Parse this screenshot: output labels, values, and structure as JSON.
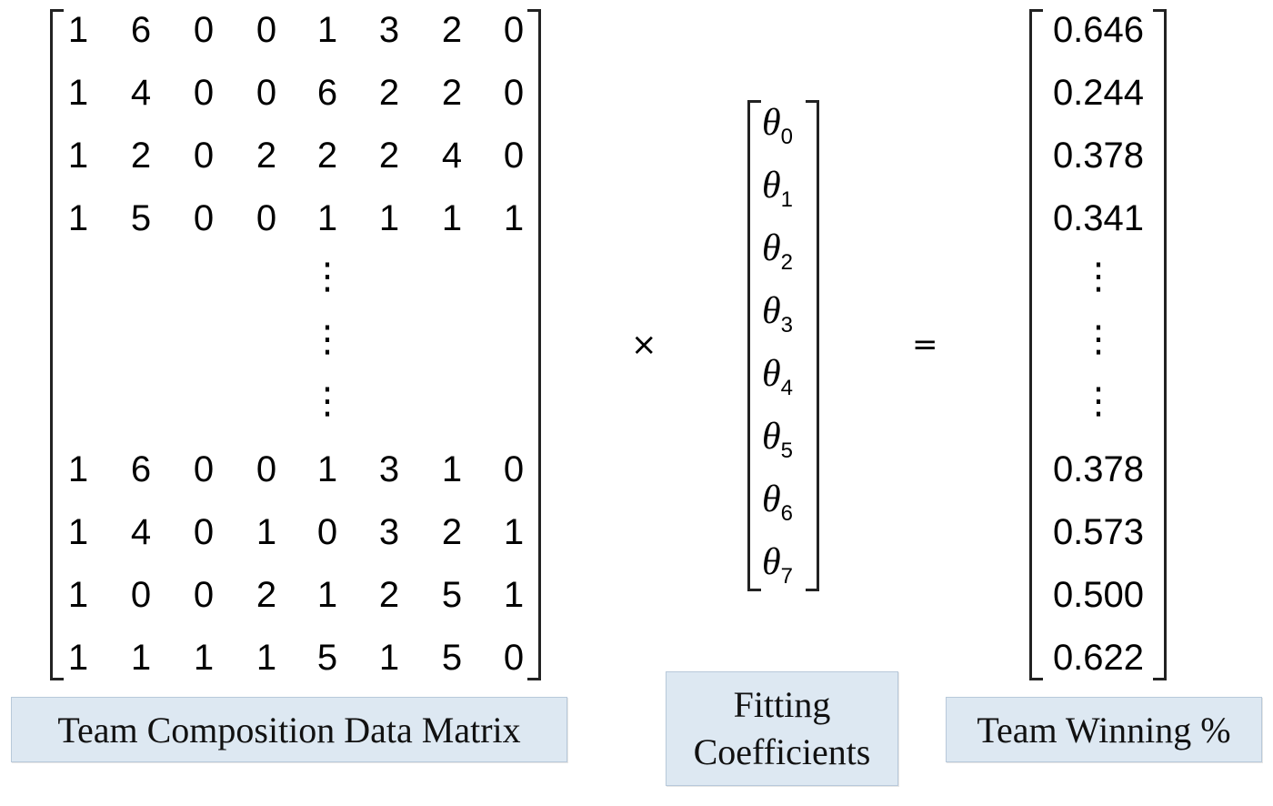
{
  "data_matrix": {
    "rows_top": [
      [
        "1",
        "6",
        "0",
        "0",
        "1",
        "3",
        "2",
        "0"
      ],
      [
        "1",
        "4",
        "0",
        "0",
        "6",
        "2",
        "2",
        "0"
      ],
      [
        "1",
        "2",
        "0",
        "2",
        "2",
        "2",
        "4",
        "0"
      ],
      [
        "1",
        "5",
        "0",
        "0",
        "1",
        "1",
        "1",
        "1"
      ]
    ],
    "ellipsis": [
      "⋮",
      "⋮",
      "⋮"
    ],
    "rows_bottom": [
      [
        "1",
        "6",
        "0",
        "0",
        "1",
        "3",
        "1",
        "0"
      ],
      [
        "1",
        "4",
        "0",
        "1",
        "0",
        "3",
        "2",
        "1"
      ],
      [
        "1",
        "0",
        "0",
        "2",
        "1",
        "2",
        "5",
        "1"
      ],
      [
        "1",
        "1",
        "1",
        "1",
        "5",
        "1",
        "5",
        "0"
      ]
    ],
    "caption": "Team Composition Data Matrix"
  },
  "times_symbol": "×",
  "coefficients": {
    "symbol": "θ",
    "subscripts": [
      "0",
      "1",
      "2",
      "3",
      "4",
      "5",
      "6",
      "7"
    ],
    "caption_line1": "Fitting",
    "caption_line2": "Coefficients"
  },
  "equals_symbol": "=",
  "winning": {
    "top": [
      "0.646",
      "0.244",
      "0.378",
      "0.341"
    ],
    "ellipsis": [
      "⋮",
      "⋮",
      "⋮"
    ],
    "bottom": [
      "0.378",
      "0.573",
      "0.500",
      "0.622"
    ],
    "caption": "Team Winning %"
  }
}
